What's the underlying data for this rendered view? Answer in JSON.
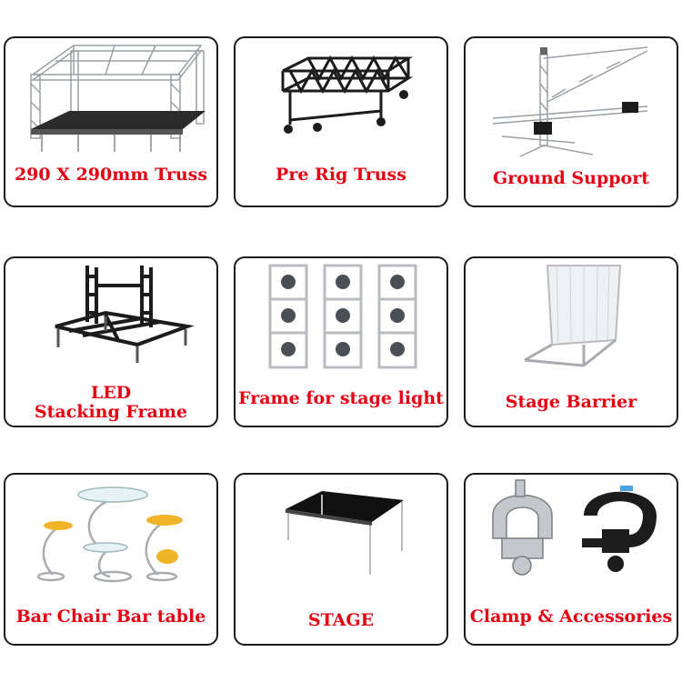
{
  "products": [
    {
      "label": "290 X 290mm Truss",
      "icon": "stage-truss-image"
    },
    {
      "label": "Pre Rig Truss",
      "icon": "pre-rig-truss-image"
    },
    {
      "label": "Ground Support",
      "icon": "ground-support-image"
    },
    {
      "label_line1": "LED",
      "label_line2": "Stacking Frame",
      "icon": "led-stacking-frame-image"
    },
    {
      "label": "Frame for stage light",
      "icon": "stage-light-frame-image"
    },
    {
      "label": "Stage Barrier",
      "icon": "stage-barrier-image"
    },
    {
      "label": "Bar Chair Bar table",
      "icon": "bar-chair-table-image"
    },
    {
      "label": "STAGE",
      "icon": "stage-platform-image"
    },
    {
      "label": "Clamp & Accessories",
      "icon": "clamp-image"
    }
  ],
  "colors": {
    "label": "#e60012",
    "border": "#1a1a1a",
    "metal": "#b8bcc0",
    "dark": "#1c1c1c"
  }
}
